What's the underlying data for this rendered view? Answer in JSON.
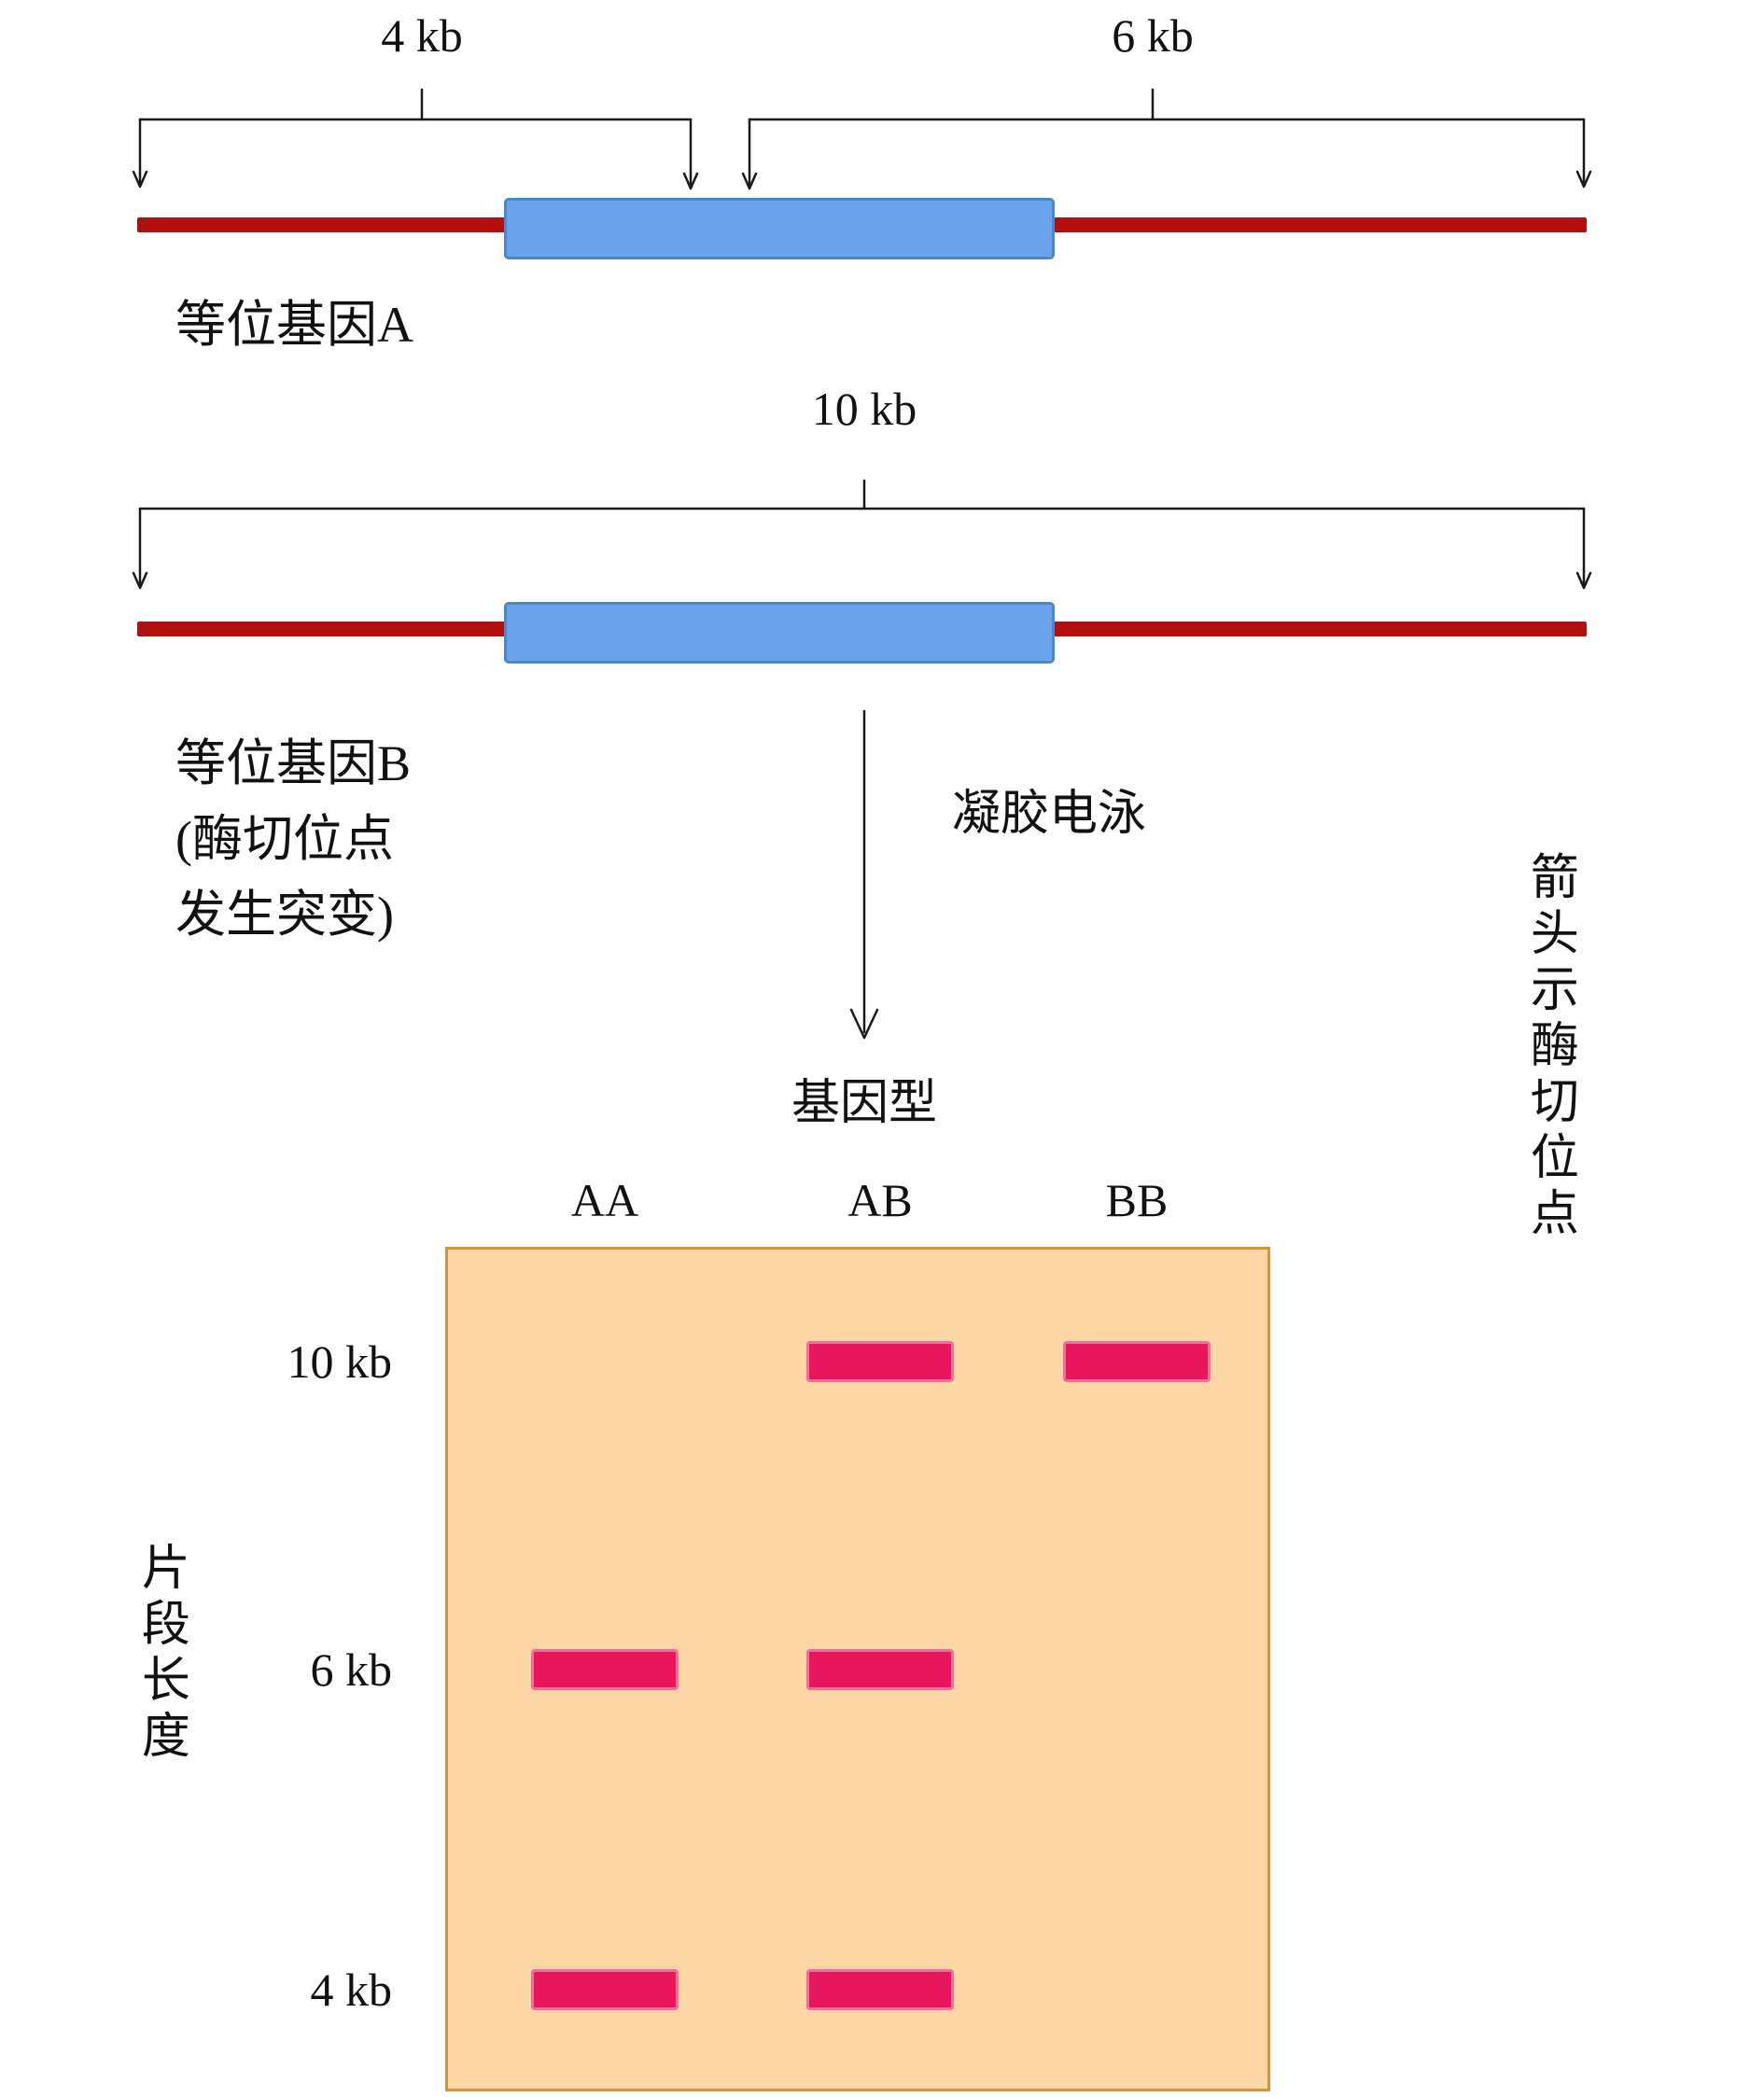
{
  "allele_a": {
    "label": "等位基因A",
    "left_fragment_size": "4 kb",
    "right_fragment_size": "6 kb"
  },
  "allele_b": {
    "label": "等位基因B\n(酶切位点\n发生突变)",
    "fragment_size": "10 kb"
  },
  "process": {
    "label": "凝胶电泳"
  },
  "genotype_title": "基因型",
  "side_note": "箭头示酶切位点",
  "gel": {
    "lane_labels": [
      "AA",
      "AB",
      "BB"
    ],
    "y_axis_label": "片段长度",
    "rows": [
      {
        "size_label": "10 kb",
        "bands": [
          false,
          true,
          true
        ]
      },
      {
        "size_label": "6 kb",
        "bands": [
          true,
          true,
          false
        ]
      },
      {
        "size_label": "4 kb",
        "bands": [
          true,
          true,
          false
        ]
      }
    ]
  },
  "colors": {
    "dna_line": "#b20f0f",
    "gene_box": "#6aa3ea",
    "gene_box_border": "#4b86c9",
    "gel_bg": "#fcd6a5",
    "gel_border": "#d4913f",
    "band": "#e8175d",
    "band_border": "#ef6f9a",
    "line_ink": "#1a1a1a"
  }
}
